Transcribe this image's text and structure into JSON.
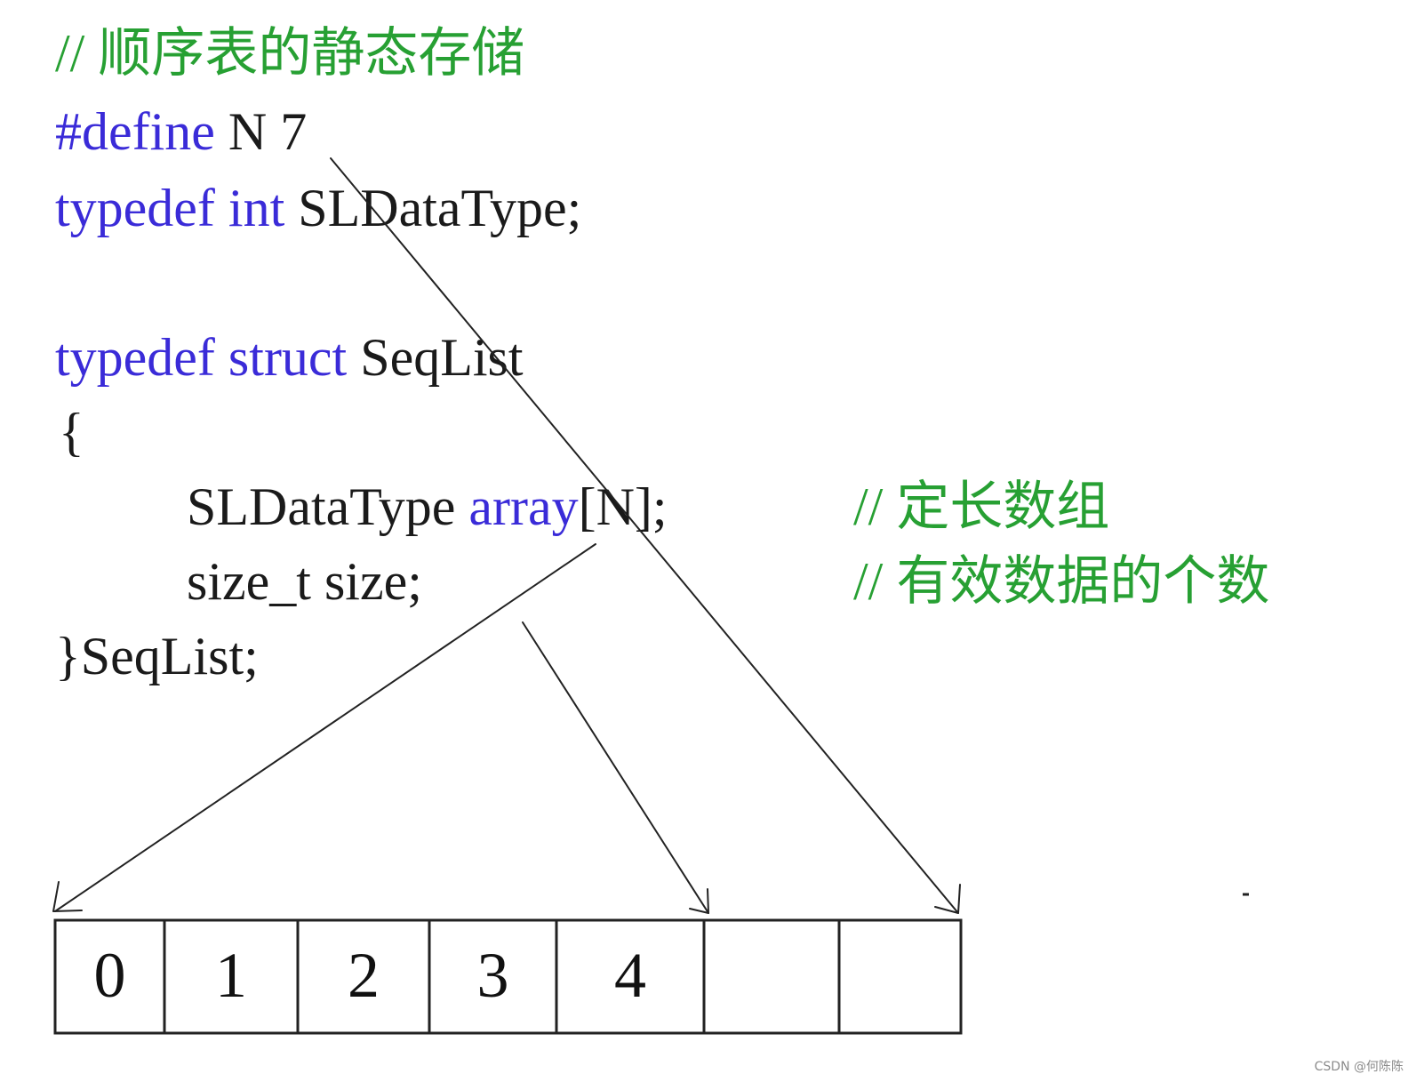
{
  "code": {
    "comment_title": "// 顺序表的静态存储",
    "define_keyword": "#define",
    "define_rest": " N 7",
    "typedef1_keyword": "typedef",
    "typedef1_type": "int",
    "typedef1_rest": " SLDataType;",
    "typedef2_keyword": "typedef",
    "struct_keyword": "struct",
    "struct_name": " SeqList",
    "open_brace": "{",
    "array_type": "SLDataType ",
    "array_name": "array",
    "array_rest": "[N];",
    "array_comment": "// 定长数组",
    "size_decl": "size_t size;",
    "size_comment": "// 有效数据的个数",
    "close_line": "}SeqList;"
  },
  "array_cells": [
    "0",
    "1",
    "2",
    "3",
    "4",
    "",
    ""
  ],
  "watermark": "CSDN @何陈陈",
  "colors": {
    "keyword": "#3a2bd8",
    "comment": "#27a033",
    "text": "#1a1a1a",
    "arrow": "#222222"
  }
}
